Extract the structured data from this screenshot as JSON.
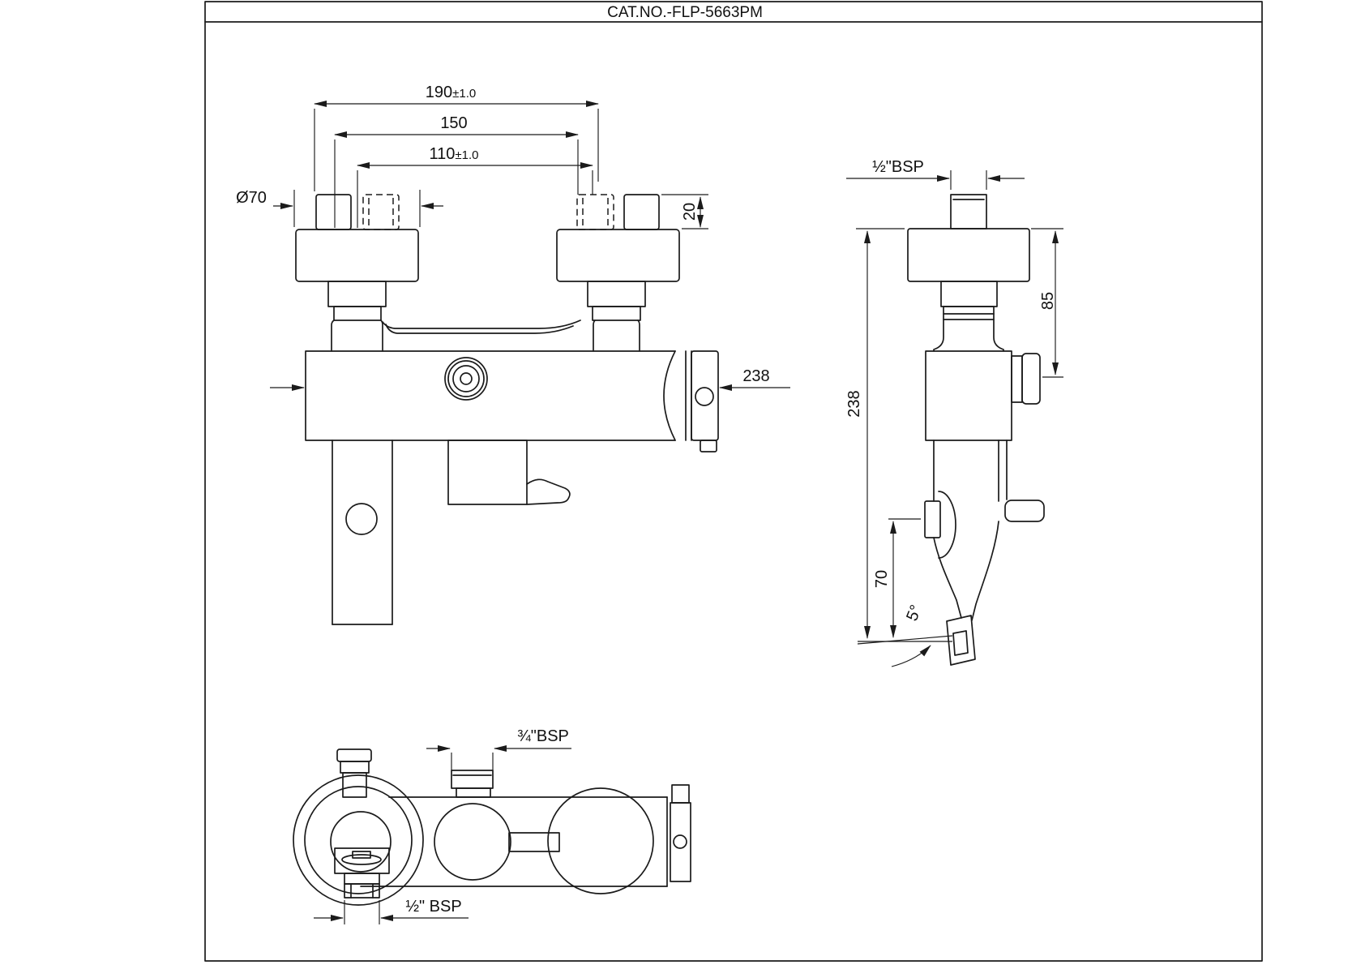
{
  "title": "CAT.NO.-FLP-5663PM",
  "front_view": {
    "spacing_outer": {
      "value": "190",
      "tolerance": "±1.0"
    },
    "spacing_mid": {
      "value": "150",
      "tolerance": ""
    },
    "spacing_inner": {
      "value": "110",
      "tolerance": "±1.0"
    },
    "flange_diameter": "Ø70",
    "wall_stub_projection": "20",
    "overall_length": "238"
  },
  "side_view": {
    "inlet_thread": "½\"BSP",
    "overall_height": "238",
    "inlet_to_diverter": "85",
    "spout_drop": "70",
    "spout_angle": "5°"
  },
  "bottom_view": {
    "top_outlet_thread": "¾\"BSP",
    "hand_shower_thread": "½\" BSP"
  }
}
